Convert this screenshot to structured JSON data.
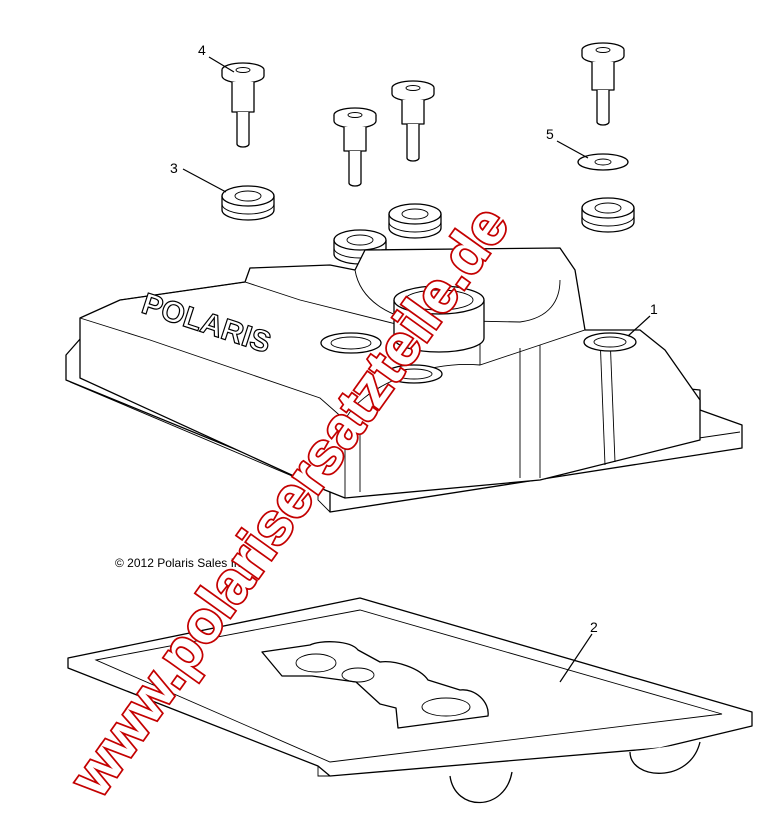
{
  "copyright": "© 2012 Polaris Sales Inc.",
  "watermark": "www.polarisersatzteile.de",
  "watermark_color": "#c40000",
  "cover_logo_text": "POLARIS",
  "callouts": [
    {
      "id": "4",
      "label": "4"
    },
    {
      "id": "3",
      "label": "3"
    },
    {
      "id": "5",
      "label": "5"
    },
    {
      "id": "1",
      "label": "1"
    },
    {
      "id": "2",
      "label": "2"
    }
  ]
}
